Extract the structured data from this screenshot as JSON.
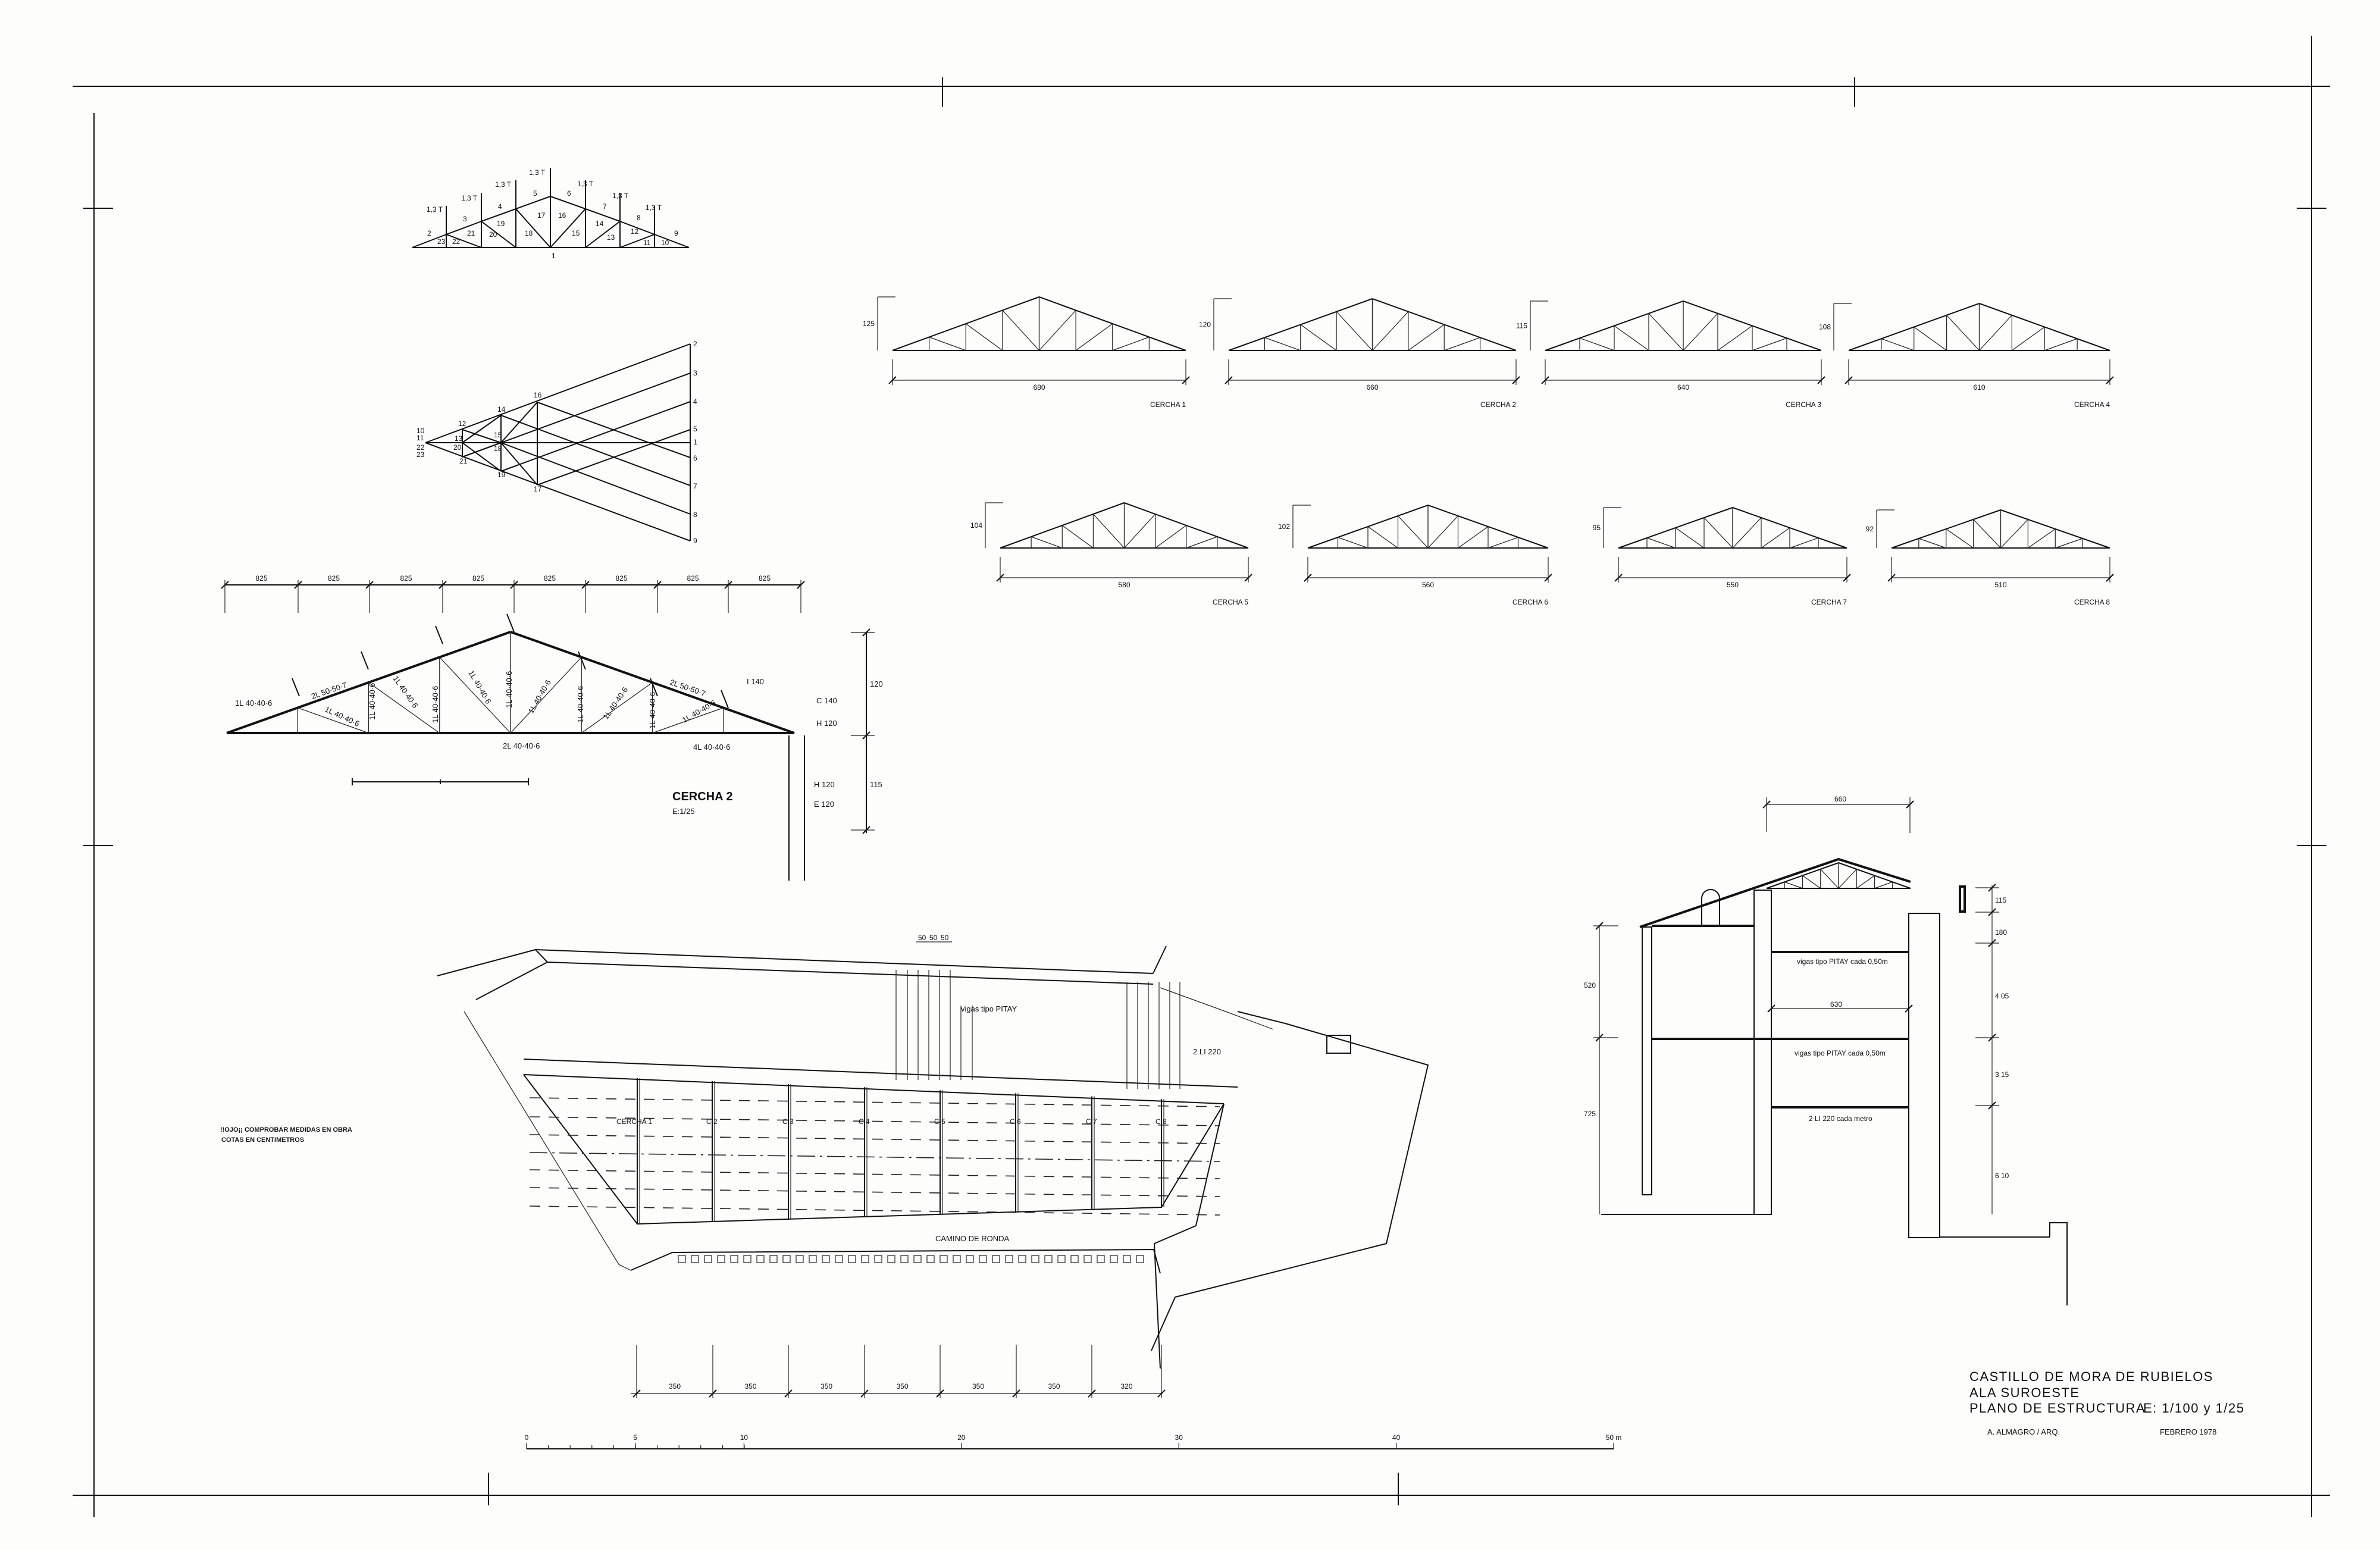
{
  "title_block": {
    "line1": "CASTILLO DE MORA  DE RUBIELOS",
    "line2": "ALA SUROESTE",
    "line3": "PLANO DE ESTRUCTURA",
    "scale": "E: 1/100 y 1/25",
    "author": "A. ALMAGRO / ARQ.",
    "date": "FEBRERO 1978"
  },
  "notes": {
    "line1": "!!OJO¡¡  COMPROBAR  MEDIDAS  EN  OBRA",
    "line2": "COTAS  EN  CENTIMETROS"
  },
  "force_diagram": {
    "load_label": "1,3 T",
    "member_numbers": [
      "1",
      "2",
      "3",
      "4",
      "5",
      "6",
      "7",
      "8",
      "9",
      "10",
      "11",
      "12",
      "13",
      "14",
      "15",
      "16",
      "17",
      "18",
      "19",
      "20",
      "21",
      "22",
      "23"
    ]
  },
  "cremona": {
    "right_labels": [
      "2",
      "3",
      "4",
      "5",
      "1",
      "6",
      "7",
      "8",
      "9"
    ],
    "node_labels": [
      "16",
      "14",
      "12",
      "15",
      "13",
      "20",
      "18",
      "21",
      "19",
      "17"
    ],
    "left_labels": [
      "10",
      "11",
      "22",
      "23"
    ]
  },
  "cercha_detail": {
    "title": "CERCHA 2",
    "scale": "E:1/25",
    "panel_dims": [
      "825",
      "825",
      "825",
      "825",
      "825",
      "825",
      "825",
      "825"
    ],
    "height_dims": [
      "120",
      "115"
    ],
    "members": {
      "chord_left": "2L 50·50·7",
      "chord_right": "2L 50·50·7",
      "bottom_chord": "2L 40·40·6",
      "end_left": "1L 40·40·6",
      "web": "1L 40·40·6",
      "bottom_right": "4L 40·40·6",
      "purlin": "I 140",
      "channel": "C 140",
      "h1": "H 120",
      "h2": "H 120",
      "e": "E 120"
    }
  },
  "cerchas": [
    {
      "name": "CERCHA 1",
      "span": "680",
      "height": "125"
    },
    {
      "name": "CERCHA 2",
      "span": "660",
      "height": "120"
    },
    {
      "name": "CERCHA 3",
      "span": "640",
      "height": "115"
    },
    {
      "name": "CERCHA 4",
      "span": "610",
      "height": "108"
    },
    {
      "name": "CERCHA 5",
      "span": "580",
      "height": "104"
    },
    {
      "name": "CERCHA 6",
      "span": "560",
      "height": "102"
    },
    {
      "name": "CERCHA 7",
      "span": "550",
      "height": "95"
    },
    {
      "name": "CERCHA 8",
      "span": "510",
      "height": "92"
    }
  ],
  "plan": {
    "truss_labels": [
      "CERCHA 1",
      "C.2",
      "C.3",
      "C.4",
      "C.5",
      "C.6",
      "C.7",
      "C.8"
    ],
    "joists_label": "vigas tipo PITAY",
    "spacing_dims": [
      "50",
      "50",
      "50"
    ],
    "beam_label": "2 LI 220",
    "walkway": "CAMINO DE RONDA",
    "bottom_dims": [
      "350",
      "350",
      "350",
      "350",
      "350",
      "350",
      "320"
    ]
  },
  "scale_bar": {
    "ticks": [
      "0",
      "5",
      "10",
      "20",
      "30",
      "40",
      "50 m"
    ]
  },
  "section": {
    "top_dim": "660",
    "floor1_label": "vigas tipo PITAY  cada  0,50m",
    "floor2_label": "vigas tipo PITAY  cada  0,50m",
    "inner_dim": "630",
    "floor3_label": "2 LI 220  cada  metro",
    "left_dims": [
      "520",
      "725"
    ],
    "right_dims": [
      "115",
      "180",
      "4 05",
      "3 15",
      "6 10"
    ]
  }
}
